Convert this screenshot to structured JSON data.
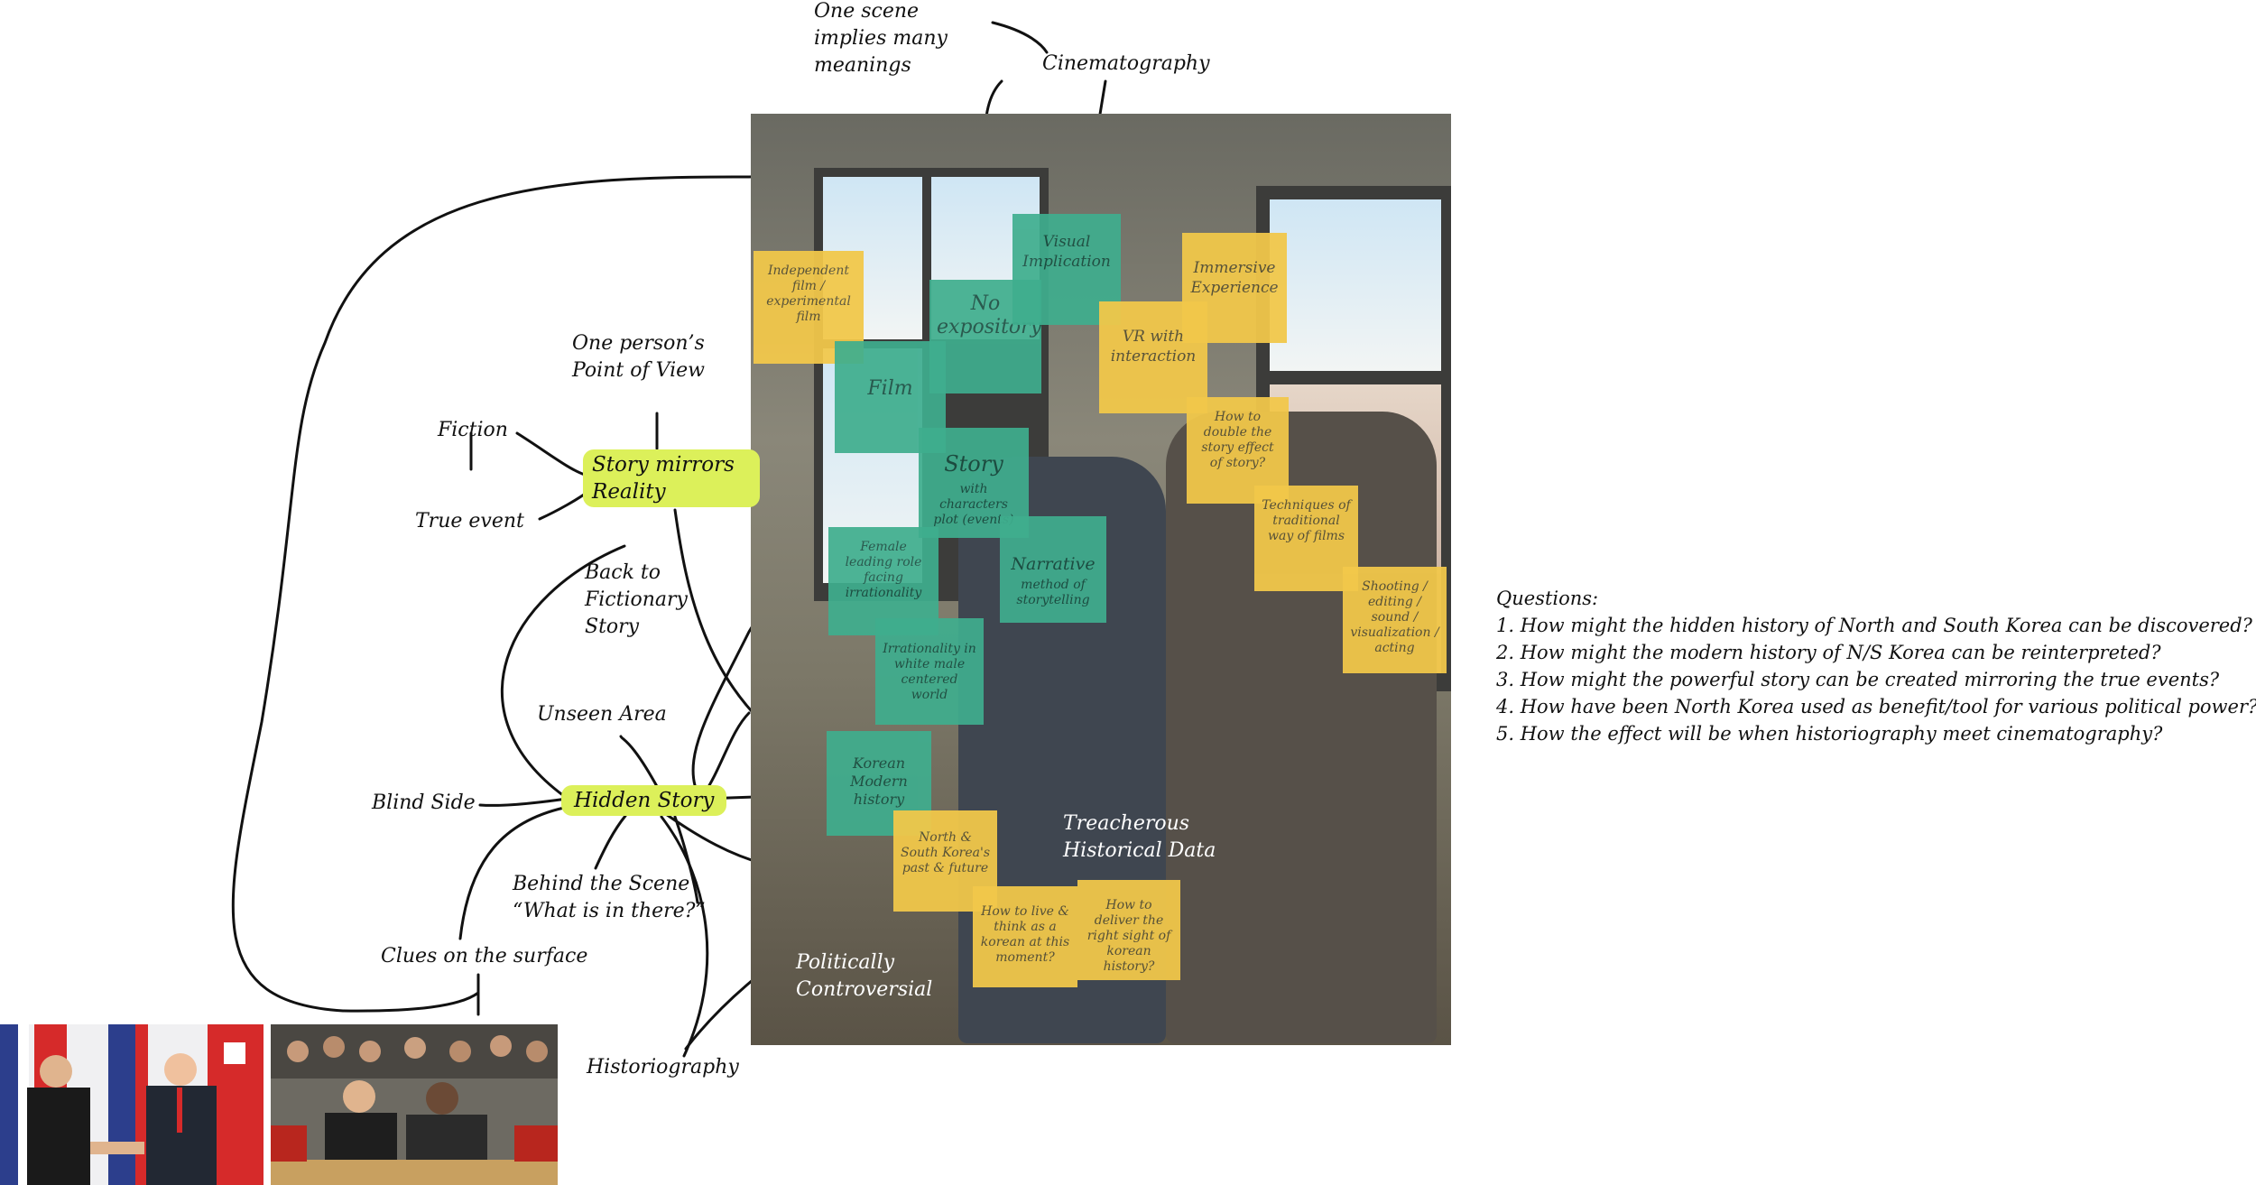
{
  "hubs": {
    "story_mirrors_reality": "Story mirrors Reality",
    "hidden_story": "Hidden Story"
  },
  "labels": {
    "one_scene": "One scene implies many meanings",
    "cinematography": "Cinematography",
    "one_person": "One person’s Point of View",
    "fiction": "Fiction",
    "true_event": "True event",
    "back_to": "Back to Fictionary Story",
    "unseen_area": "Unseen Area",
    "blind_side": "Blind Side",
    "behind_the_scene": "Behind the Scene “What is in there?”",
    "clues": "Clues on the surface",
    "historiography": "Historiography",
    "treacherous": "Treacherous Historical Data",
    "politically": "Politically Controversial"
  },
  "sticky_notes": {
    "independent_film": "Independent film / experimental film",
    "no_expository": "No expository",
    "film": "Film",
    "visual_implication": "Visual Implication",
    "immersive_experience": "Immersive Experience",
    "vr_interaction": "VR with interaction",
    "double_story": "How to double the story effect of story?",
    "story": "Story",
    "story_sub": "with characters plot (events)",
    "techniques": "Techniques of traditional way of films",
    "shooting": "Shooting / editing / sound / visualization / acting",
    "female_leading": "Female leading role facing irrationality",
    "narrative": "Narrative",
    "narrative_sub": "method of storytelling",
    "irrationality": "Irrationality in white male centered world",
    "korean_modern": "Korean Modern history",
    "north_south": "North & South Korea's past & future",
    "live_think": "How to live & think as a korean at this moment?",
    "deliver": "How to deliver the right sight of korean history?"
  },
  "questions": [
    "Questions:",
    "1. How might the hidden history of North and South Korea can be discovered?",
    "2. How might the modern history of N/S Korea can be reinterpreted?",
    "3. How might the powerful story can be created mirroring the true events?",
    "4. How have been North Korea used as benefit/tool for various political power?",
    "5. How the effect will be when historiography meet cinematography?"
  ],
  "colors": {
    "hub_highlight": "#dcf05a",
    "sticky_yellow": "#f2c84a",
    "sticky_green": "#3fae8e"
  }
}
